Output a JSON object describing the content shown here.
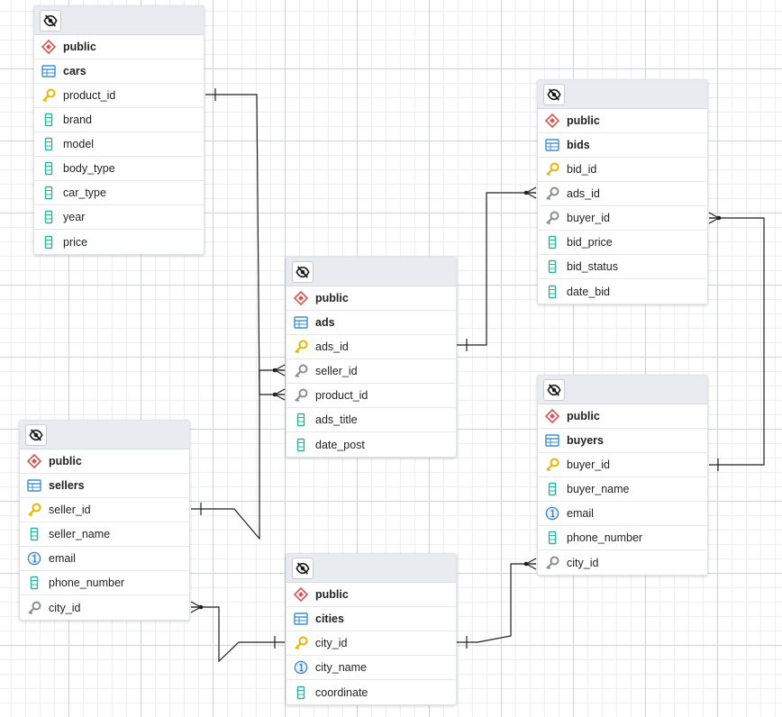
{
  "tables": [
    {
      "key": "cars",
      "schema": "public",
      "name": "cars",
      "columns": [
        {
          "name": "product_id",
          "icon": "primary-key-icon"
        },
        {
          "name": "brand",
          "icon": "column-icon"
        },
        {
          "name": "model",
          "icon": "column-icon"
        },
        {
          "name": "body_type",
          "icon": "column-icon"
        },
        {
          "name": "car_type",
          "icon": "column-icon"
        },
        {
          "name": "year",
          "icon": "column-icon"
        },
        {
          "name": "price",
          "icon": "column-icon"
        }
      ]
    },
    {
      "key": "bids",
      "schema": "public",
      "name": "bids",
      "columns": [
        {
          "name": "bid_id",
          "icon": "primary-key-icon"
        },
        {
          "name": "ads_id",
          "icon": "foreign-key-icon"
        },
        {
          "name": "buyer_id",
          "icon": "foreign-key-icon"
        },
        {
          "name": "bid_price",
          "icon": "column-icon"
        },
        {
          "name": "bid_status",
          "icon": "column-icon"
        },
        {
          "name": "date_bid",
          "icon": "column-icon"
        }
      ]
    },
    {
      "key": "ads",
      "schema": "public",
      "name": "ads",
      "columns": [
        {
          "name": "ads_id",
          "icon": "primary-key-icon"
        },
        {
          "name": "seller_id",
          "icon": "foreign-key-icon"
        },
        {
          "name": "product_id",
          "icon": "foreign-key-icon"
        },
        {
          "name": "ads_title",
          "icon": "column-icon"
        },
        {
          "name": "date_post",
          "icon": "column-icon"
        }
      ]
    },
    {
      "key": "sellers",
      "schema": "public",
      "name": "sellers",
      "columns": [
        {
          "name": "seller_id",
          "icon": "primary-key-icon"
        },
        {
          "name": "seller_name",
          "icon": "column-icon"
        },
        {
          "name": "email",
          "icon": "unique-icon"
        },
        {
          "name": "phone_number",
          "icon": "column-icon"
        },
        {
          "name": "city_id",
          "icon": "foreign-key-icon"
        }
      ]
    },
    {
      "key": "buyers",
      "schema": "public",
      "name": "buyers",
      "columns": [
        {
          "name": "buyer_id",
          "icon": "primary-key-icon"
        },
        {
          "name": "buyer_name",
          "icon": "column-icon"
        },
        {
          "name": "email",
          "icon": "unique-icon"
        },
        {
          "name": "phone_number",
          "icon": "column-icon"
        },
        {
          "name": "city_id",
          "icon": "foreign-key-icon"
        }
      ]
    },
    {
      "key": "cities",
      "schema": "public",
      "name": "cities",
      "columns": [
        {
          "name": "city_id",
          "icon": "primary-key-icon"
        },
        {
          "name": "city_name",
          "icon": "unique-icon"
        },
        {
          "name": "coordinate",
          "icon": "column-icon"
        }
      ]
    }
  ],
  "relations": [
    {
      "from": "cars.product_id",
      "to": "ads.product_id",
      "cardinality": "one-to-many"
    },
    {
      "from": "sellers.seller_id",
      "to": "ads.seller_id",
      "cardinality": "one-to-many"
    },
    {
      "from": "ads.ads_id",
      "to": "bids.ads_id",
      "cardinality": "one-to-many"
    },
    {
      "from": "buyers.buyer_id",
      "to": "bids.buyer_id",
      "cardinality": "one-to-many"
    },
    {
      "from": "cities.city_id",
      "to": "sellers.city_id",
      "cardinality": "one-to-many"
    },
    {
      "from": "cities.city_id",
      "to": "buyers.city_id",
      "cardinality": "one-to-many"
    }
  ],
  "colors": {
    "schema_icon": "#d9534f",
    "table_icon": "#3d8fd1",
    "primary_key": "#e8b600",
    "foreign_key": "#8a8f96",
    "column": "#2bb3a0",
    "unique": "#3d7fd1",
    "link": "#1f1f1f"
  }
}
